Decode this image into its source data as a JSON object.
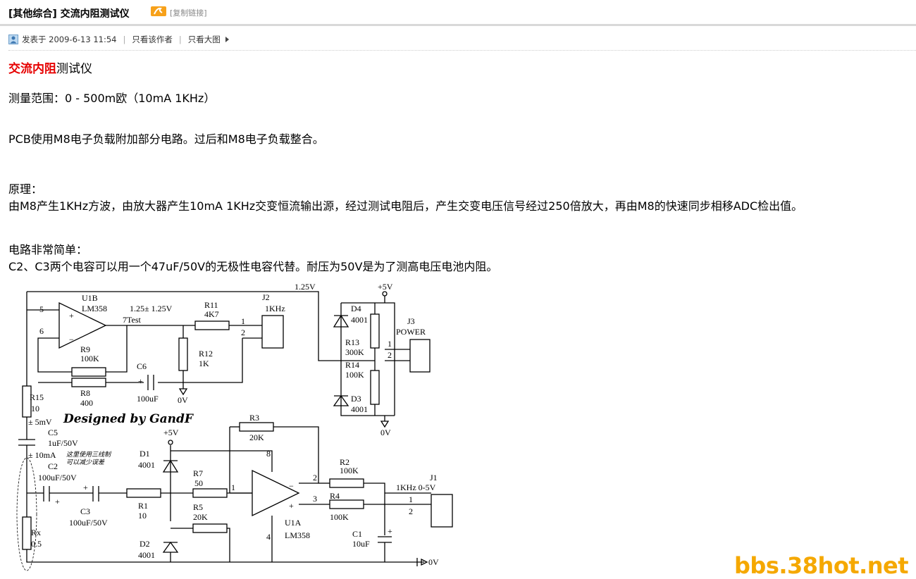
{
  "post": {
    "title": "[其他综合] 交流内阻测试仪",
    "copy_link": "[复制链接]",
    "posted": "发表于 2009-6-13 11:54",
    "only_author": "只看该作者",
    "view_large": "只看大图"
  },
  "content": {
    "headline_red": "交流内阻",
    "headline_rest": "测试仪",
    "range": "测量范围：0 - 500m欧（10mA 1KHz）",
    "pcb": "PCB使用M8电子负载附加部分电路。过后和M8电子负载整合。",
    "principle_label": "原理：",
    "principle": "由M8产生1KHz方波，由放大器产生10mA 1KHz交变恒流输出源，经过测试电阻后，产生交变电压信号经过250倍放大，再由M8的快速同步相移ADC检出值。",
    "simple_label": "电路非常简单：",
    "simple": "C2、C3两个电容可以用一个47uF/50V的无极性电容代替。耐压为50V是为了测高电压电池内阻。"
  },
  "schematic": {
    "u1b": "U1B",
    "lm358": "LM358",
    "pin5": "5",
    "pin6": "6",
    "pin7": "7Test",
    "v125": "1.25V",
    "v125pm": "1.25± 1.25V",
    "r11": "R11",
    "r11v": "4K7",
    "j2": "J2",
    "j2v": "1KHz",
    "p1": "1",
    "p2": "2",
    "r9": "R9",
    "r9v": "100K",
    "r8": "R8",
    "r8v": "400",
    "c6": "C6",
    "c6v": "100uF",
    "r12": "R12",
    "r12v": "1K",
    "ov": "0V",
    "d4": "D4",
    "d4v": "4001",
    "r13": "R13",
    "r13v": "300K",
    "r14": "R14",
    "r14v": "100K",
    "d3": "D3",
    "d3v": "4001",
    "j3": "J3",
    "power": "POWER",
    "v5": "+5V",
    "r15": "R15",
    "r15v": "10",
    "pm5mv": "± 5mV",
    "designed": "Designed by GandF",
    "c5": "C5",
    "c5v": "1uF/50V",
    "pm10ma": "± 10mA",
    "note1": "这里使用三线制",
    "note2": "可以减少误差",
    "c2": "C2",
    "c2v": "100uF/50V",
    "c3": "C3",
    "c3v": "100uF/50V",
    "r1": "R1",
    "r1v": "10",
    "d1": "D1",
    "d1v": "4001",
    "d2": "D2",
    "d2v": "4001",
    "r7": "R7",
    "r7v": "50",
    "r5": "R5",
    "r5v": "20K",
    "r3": "R3",
    "r3v": "20K",
    "r2": "R2",
    "r2v": "100K",
    "r4": "R4",
    "r4v": "100K",
    "u1a": "U1A",
    "lm358b": "LM358",
    "pin8": "8",
    "pin4": "4",
    "pin3": "3",
    "pin2": "2",
    "pin1": "1",
    "c1": "C1",
    "c1v": "10uF",
    "j1": "J1",
    "j1v": "1KHz 0-5V",
    "rx": "Rx",
    "rxv": "0.5",
    "plus": "+",
    "minus": "−"
  },
  "watermark": "bbs.38hot.net",
  "colors": {
    "accent_red": "#e60000",
    "watermark": "#f5a800",
    "hot_badge": "#f7a11a"
  }
}
